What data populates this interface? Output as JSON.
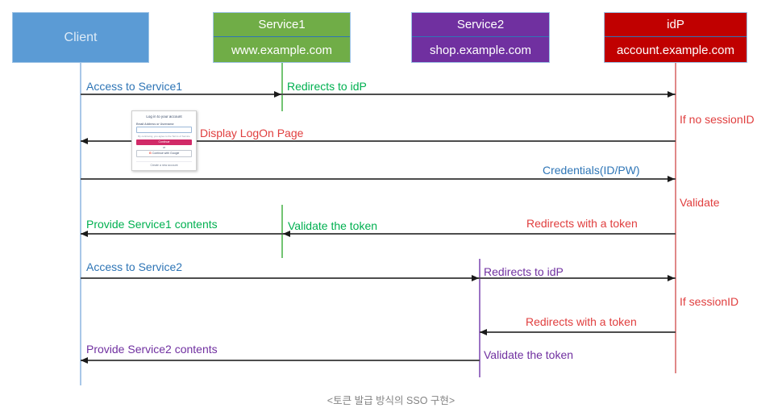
{
  "diagram": {
    "caption": "<토큰 발급 방식의 SSO 구현>",
    "actors": [
      {
        "name": "Client",
        "subtitle": ""
      },
      {
        "name": "Service1",
        "subtitle": "www.example.com"
      },
      {
        "name": "Service2",
        "subtitle": "shop.example.com"
      },
      {
        "name": "idP",
        "subtitle": "account.example.com"
      }
    ],
    "messages": {
      "access_service1": "Access to Service1",
      "redirects_to_idp_1": "Redirects to idP",
      "display_logon": "Display LogOn Page",
      "credentials": "Credentials(ID/PW)",
      "redirects_token_1": "Redirects with a token",
      "validate_token_1": "Validate the token",
      "provide_service1": "Provide Service1 contents",
      "access_service2": "Access to Service2",
      "redirects_to_idp_2": "Redirects to idP",
      "redirects_token_2": "Redirects with a token",
      "validate_token_2": "Validate the token",
      "provide_service2": "Provide Service2 contents"
    },
    "side_notes": {
      "if_no_sessionid": "If no sessionID",
      "validate": "Validate",
      "if_sessionid": "If sessionID"
    },
    "login_card": {
      "title": "Log in to your account",
      "email_label": "Email Address or Username",
      "terms_text": "By continuing, you agree to the Terms of Service",
      "continue_label": "Continue",
      "or_label": "or",
      "google_label": "Continue with Google",
      "google_icon": "G",
      "create_account": "Create a new account"
    },
    "colors": {
      "client_box": "#5B9BD5",
      "service1_box": "#70AD47",
      "service2_box": "#7030A0",
      "idp_box": "#C00000",
      "label_blue": "#2E75B6",
      "label_green": "#00B050",
      "label_red": "#E03E3E",
      "label_purple": "#7030A0",
      "continue_button": "#D12A68"
    }
  }
}
